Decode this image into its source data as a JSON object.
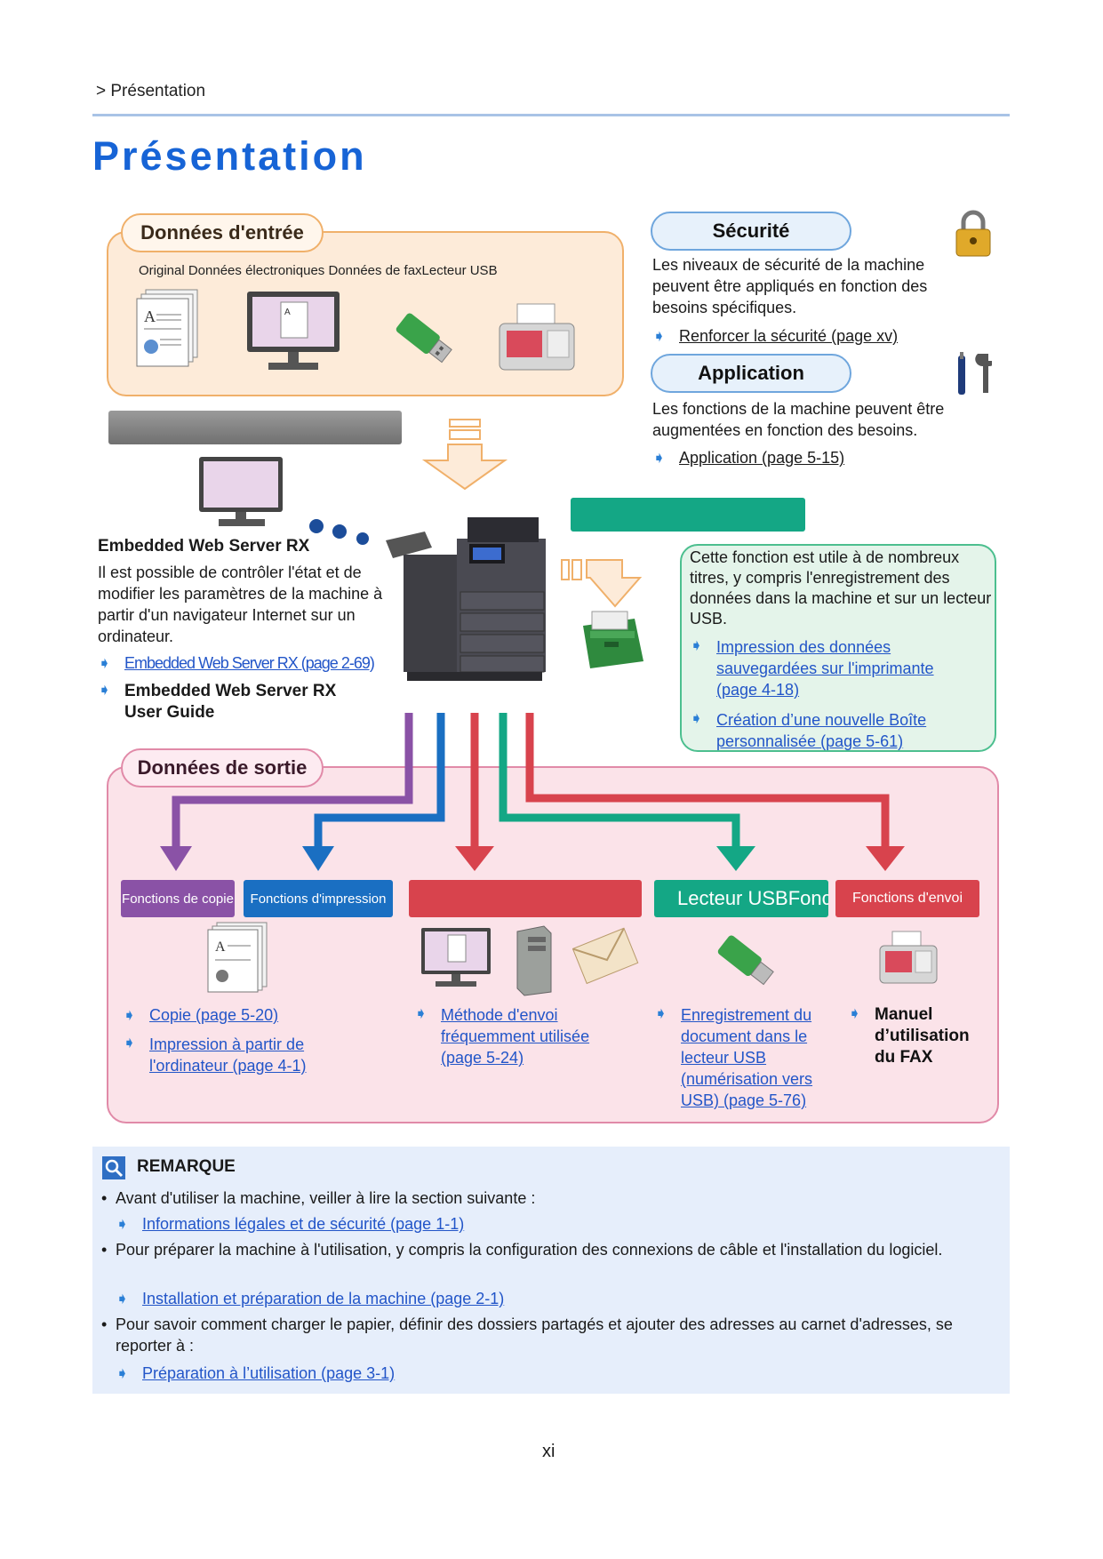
{
  "breadcrumb": "> Présentation",
  "title": "Présentation",
  "input": {
    "heading": "Données d'entrée",
    "labels": "Original Données électroniques Données de faxLecteur USB"
  },
  "security": {
    "heading": "Sécurité",
    "text": "Les niveaux de sécurité de la machine peuvent être appliqués en fonction des besoins spécifiques.",
    "link": "Renforcer la sécurité (page xv)"
  },
  "application": {
    "heading": "Application",
    "text": "Les fonctions de la machine peuvent être augmentées en fonction des besoins.",
    "link": "Application (page 5-15)"
  },
  "ews": {
    "title": "Embedded Web Server RX",
    "text": "Il est possible de contrôler l'état et de modifier les paramètres de la machine à partir d'un navigateur Internet sur un ordinateur.",
    "link": "Embedded Web Server RX (page 2-69)",
    "guide": "Embedded Web Server RX User Guide"
  },
  "document_box": {
    "text": "Cette fonction est utile à de nombreux titres, y compris l'enregistrement des données dans la machine et sur un lecteur USB.",
    "link1": "Impression des données sauvegardées sur l'imprimante (page 4-18)",
    "link2": "Création d’une nouvelle Boîte personnalisée (page 5-61)"
  },
  "output": {
    "heading": "Données de sortie",
    "tab_copy": "Fonctions de copie",
    "tab_print": "Fonctions d'impression",
    "tab_usb_fax": "Lecteur USBFonctions de fax",
    "tab_send_overlap": "Fonctions d'envoi",
    "copy_link1": "Copie (page 5-20)",
    "copy_link2": "Impression à partir de l'ordinateur (page 4-1)",
    "send_link": "Méthode d'envoi fréquemment utilisée (page 5-24)",
    "usb_link": "Enregistrement du document dans le lecteur USB (numérisation vers USB) (page 5-76)",
    "fax_manual": "Manuel d’utilisation du FAX"
  },
  "note": {
    "title": "REMARQUE",
    "item1": "Avant d'utiliser la machine, veiller à lire la section suivante :",
    "link1": "Informations légales et de sécurité (page 1-1)",
    "item2": "Pour préparer la machine à l'utilisation, y compris la configuration des connexions de câble et l'installation du logiciel.",
    "link2": "Installation et préparation de la machine (page 2-1)",
    "item3": "Pour savoir comment charger le papier, définir des dossiers partagés et ajouter des adresses au carnet d'adresses, se reporter à :",
    "link3": "Préparation à l’utilisation (page 3-1)"
  },
  "page_number": "xi",
  "colors": {
    "title_blue": "#1764d6",
    "link_blue": "#2255c8",
    "copy_purple": "#8a52a6",
    "print_blue": "#1a6fc2",
    "send_red": "#d8434d",
    "usb_teal": "#14a785",
    "fax_red": "#d8434d"
  }
}
